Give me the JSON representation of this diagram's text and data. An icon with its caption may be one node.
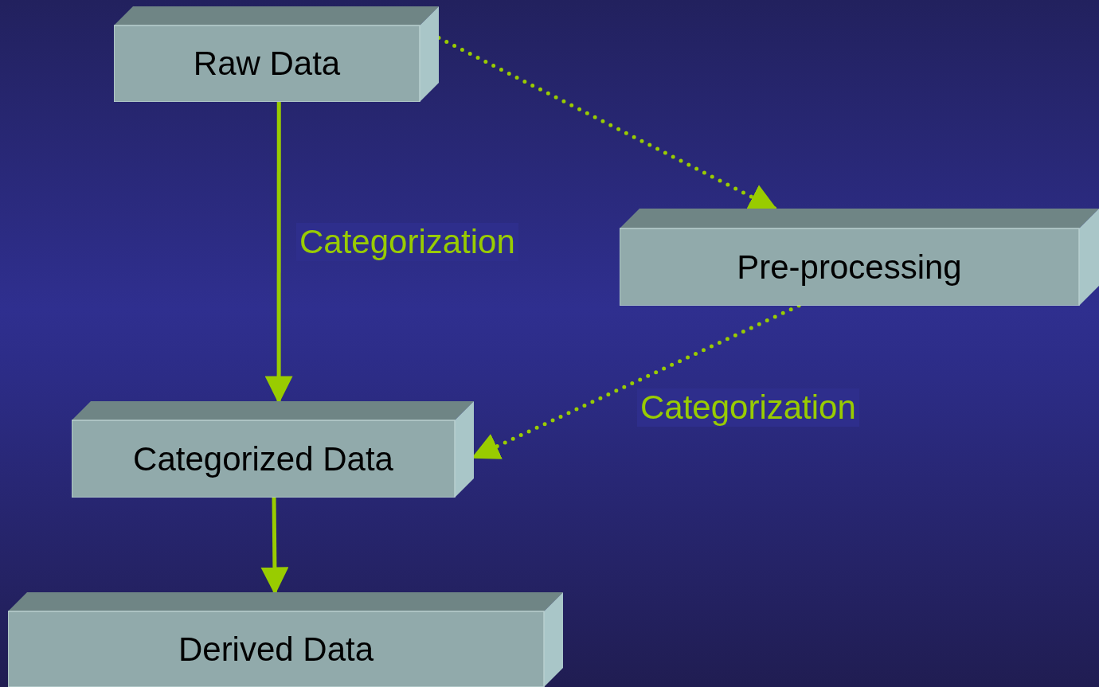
{
  "diagram": {
    "nodes": [
      {
        "text": [
          "Raw Data"
        ]
      },
      {
        "text": [
          "Pre-processing"
        ]
      },
      {
        "text": [
          "Categorized Data"
        ]
      },
      {
        "text": [
          "Derived Data"
        ]
      }
    ],
    "edges": [
      {
        "from": 0,
        "to": 2,
        "arrow": "to",
        "label": "Categorization"
      },
      {
        "from": 0,
        "to": 1,
        "arrow": "to",
        "style": "dashed"
      },
      {
        "from": 1,
        "to": 2,
        "arrow": "to",
        "style": "dashed",
        "label": "Categorization"
      },
      {
        "from": 2,
        "to": 3,
        "arrow": "to"
      }
    ]
  }
}
